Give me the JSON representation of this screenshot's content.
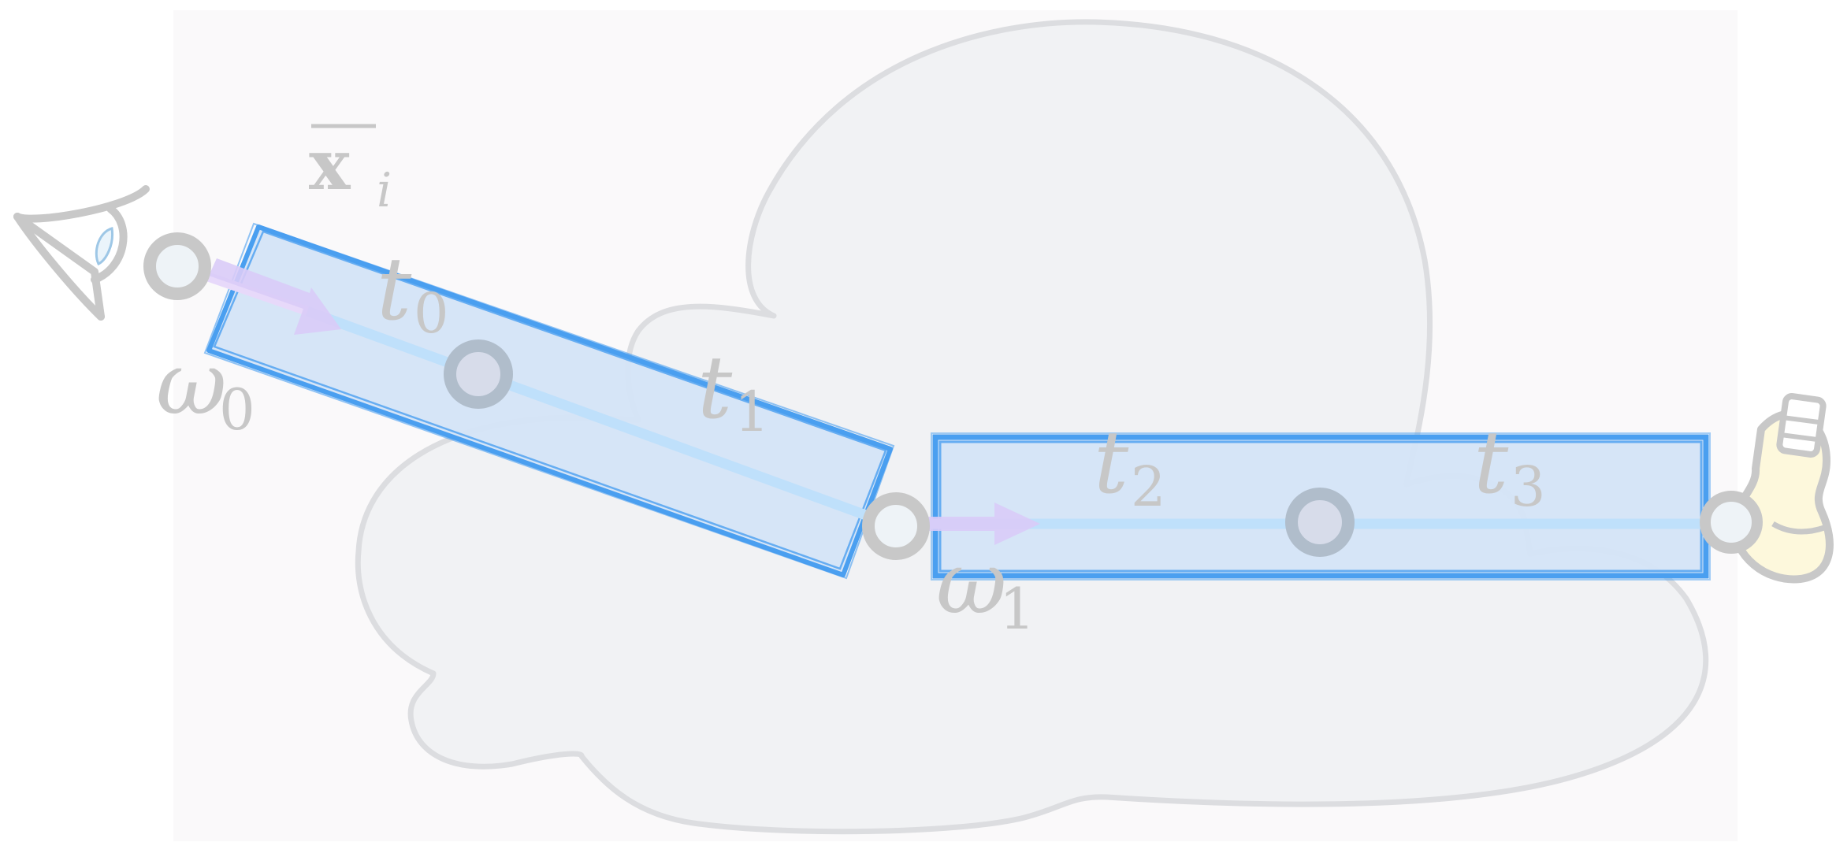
{
  "labels": {
    "xbar": "x",
    "xbar_sub": "i",
    "t0": "t",
    "t0_sub": "0",
    "t1": "t",
    "t1_sub": "1",
    "t2": "t",
    "t2_sub": "2",
    "t3": "t",
    "t3_sub": "3",
    "w0": "ω",
    "w0_sub": "0",
    "w1": "ω",
    "w1_sub": "1"
  },
  "icons": {
    "eye": "eye-icon",
    "light": "light-bulb-icon",
    "medium": "cloud-medium"
  },
  "colors": {
    "panel_bg": "#faf9fa",
    "cloud_fill": "#f1f2f4",
    "cloud_stroke": "#dcdde0",
    "segment_fill": "#d4e4f7",
    "segment_stroke": "#4a9ff0",
    "ray": "#bfe0fb",
    "arrow": "#d9cbf7",
    "vertex_ring": "#c8c8c8",
    "vertex_fill": "#eef3f7",
    "sample_ring": "#b0bdcb",
    "sample_fill": "#d7dcea",
    "label": "#c7c7c7",
    "bulb_fill": "#fdf8dc"
  }
}
